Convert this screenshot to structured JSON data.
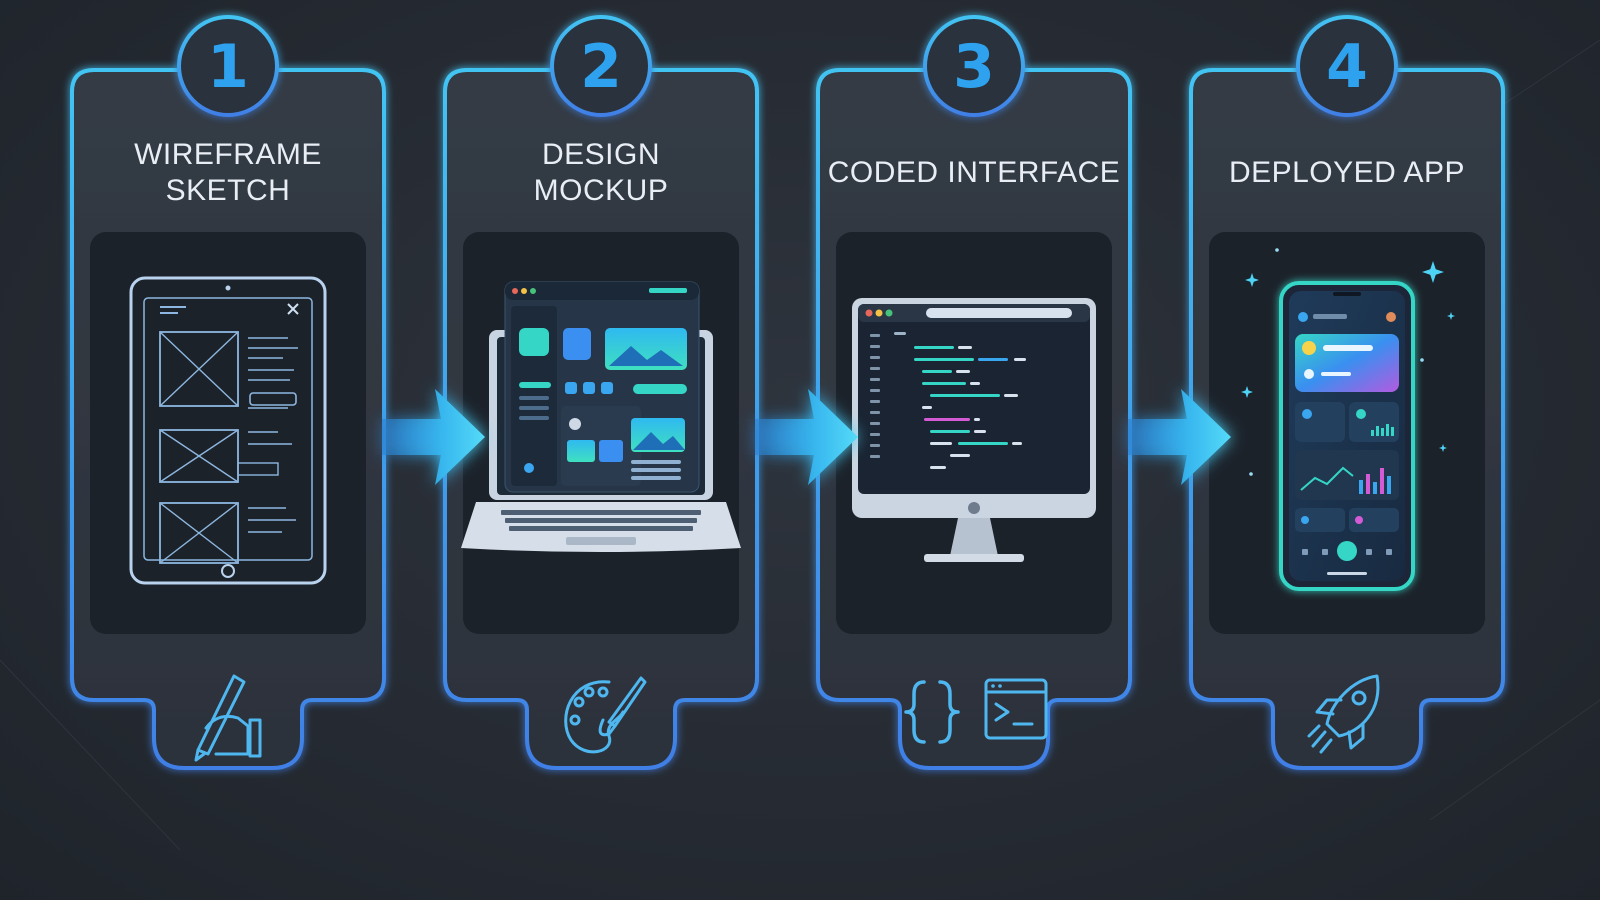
{
  "steps": [
    {
      "number": "1",
      "title_lines": [
        "WIREFRAME",
        "SKETCH"
      ],
      "screen": "tablet-wireframe",
      "tools": [
        "pen-hand-icon"
      ]
    },
    {
      "number": "2",
      "title_lines": [
        "DESIGN",
        "MOCKUP"
      ],
      "screen": "laptop-mockup",
      "tools": [
        "palette-brush-icon"
      ]
    },
    {
      "number": "3",
      "title_lines": [
        "CODED INTERFACE"
      ],
      "screen": "monitor-code",
      "tools": [
        "curly-braces-icon",
        "terminal-icon"
      ]
    },
    {
      "number": "4",
      "title_lines": [
        "DEPLOYED APP"
      ],
      "screen": "phone-app",
      "tools": [
        "rocket-icon"
      ]
    }
  ],
  "colors": {
    "background": "#262b33",
    "card_fill": "#2f353e",
    "card_stroke": "#3fb6f2",
    "number": "#2ea2ee",
    "inner_panel": "#1b2129",
    "arrow": "#3cc6f4",
    "title": "#e9eef5",
    "accent_teal": "#35d6c6",
    "accent_pink": "#d55bd6"
  }
}
